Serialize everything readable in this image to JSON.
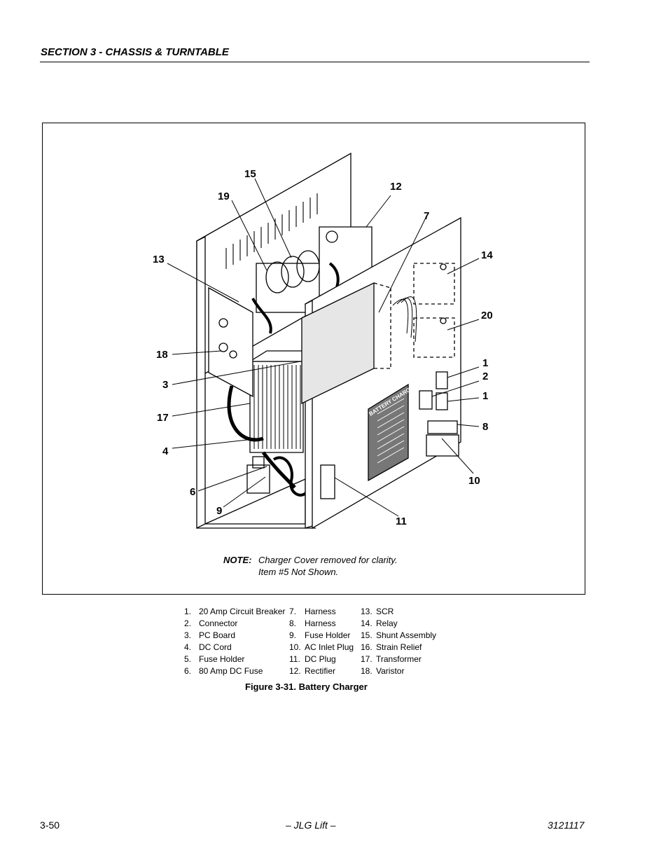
{
  "header": {
    "section_title": "SECTION 3 - CHASSIS & TURNTABLE"
  },
  "figure": {
    "callouts": [
      {
        "id": "c15",
        "text": "15"
      },
      {
        "id": "c12",
        "text": "12"
      },
      {
        "id": "c19",
        "text": "19"
      },
      {
        "id": "c7",
        "text": "7"
      },
      {
        "id": "c13",
        "text": "13"
      },
      {
        "id": "c14",
        "text": "14"
      },
      {
        "id": "c20",
        "text": "20"
      },
      {
        "id": "c18",
        "text": "18"
      },
      {
        "id": "c1a",
        "text": "1"
      },
      {
        "id": "c2",
        "text": "2"
      },
      {
        "id": "c3",
        "text": "3"
      },
      {
        "id": "c1b",
        "text": "1"
      },
      {
        "id": "c17",
        "text": "17"
      },
      {
        "id": "c8",
        "text": "8"
      },
      {
        "id": "c4",
        "text": "4"
      },
      {
        "id": "c10",
        "text": "10"
      },
      {
        "id": "c6",
        "text": "6"
      },
      {
        "id": "c9",
        "text": "9"
      },
      {
        "id": "c11",
        "text": "11"
      }
    ],
    "panel_label": "BATTERY CHARGER",
    "note_label": "NOTE:",
    "note_line1": "Charger Cover removed for clarity.",
    "note_line2": "Item #5 Not Shown."
  },
  "legend": {
    "col1": [
      "1.",
      "2.",
      "3.",
      "4.",
      "5.",
      "6."
    ],
    "col1_text": [
      "20 Amp Circuit Breaker",
      "Connector",
      "PC Board",
      "DC Cord",
      "Fuse Holder",
      "80 Amp DC Fuse"
    ],
    "col2": [
      "7.",
      "8.",
      "9.",
      "10.",
      "11.",
      "12."
    ],
    "col2_text": [
      "Harness",
      "Harness",
      "Fuse Holder",
      "AC Inlet Plug",
      "DC Plug",
      "Rectifier"
    ],
    "col3": [
      "13.",
      "14.",
      "15.",
      "16.",
      "17.",
      "18."
    ],
    "col3_text": [
      "SCR",
      "Relay",
      "Shunt Assembly",
      "Strain Relief",
      "Transformer",
      "Varistor"
    ]
  },
  "caption": "Figure 3-31.  Battery Charger",
  "footer": {
    "page": "3-50",
    "center": "– JLG Lift –",
    "doc_number": "3121117"
  }
}
